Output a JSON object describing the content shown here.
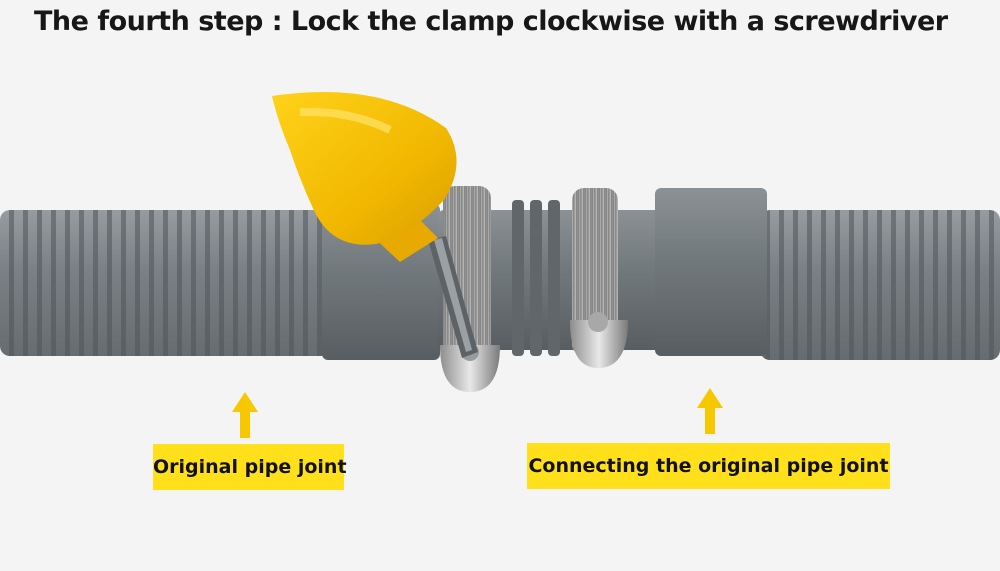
{
  "title": "The fourth step :  Lock the clamp clockwise with a screwdriver",
  "labels": {
    "left": "Original pipe joint",
    "right": "Connecting the original pipe joint"
  },
  "colors": {
    "label_background": "#ffe01a",
    "arrow": "#f7c800",
    "pipe": "#6f7478",
    "screwdriver_handle": "#f5c400"
  }
}
